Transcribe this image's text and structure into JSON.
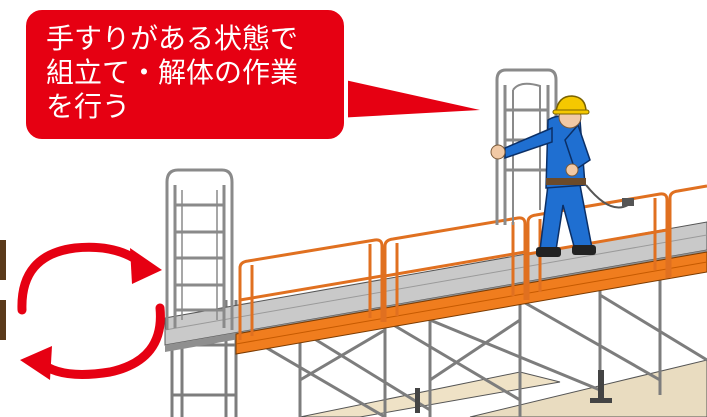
{
  "callout": {
    "text": "手すりがある状態で\n組立て・解体の作業\nを行う",
    "fill": "#e60012",
    "text_color": "#ffffff"
  },
  "colors": {
    "handrail": "#e07020",
    "toe_board": "#f07d1e",
    "frame": "#9a9a9a",
    "deck": "#bdbdbd",
    "worker_suit": "#1f6fd1",
    "helmet": "#f5c800",
    "cycle_arrows": "#e60012"
  },
  "icons": [
    "cycle-arrows-icon",
    "worker-illustration",
    "scaffold-illustration"
  ]
}
